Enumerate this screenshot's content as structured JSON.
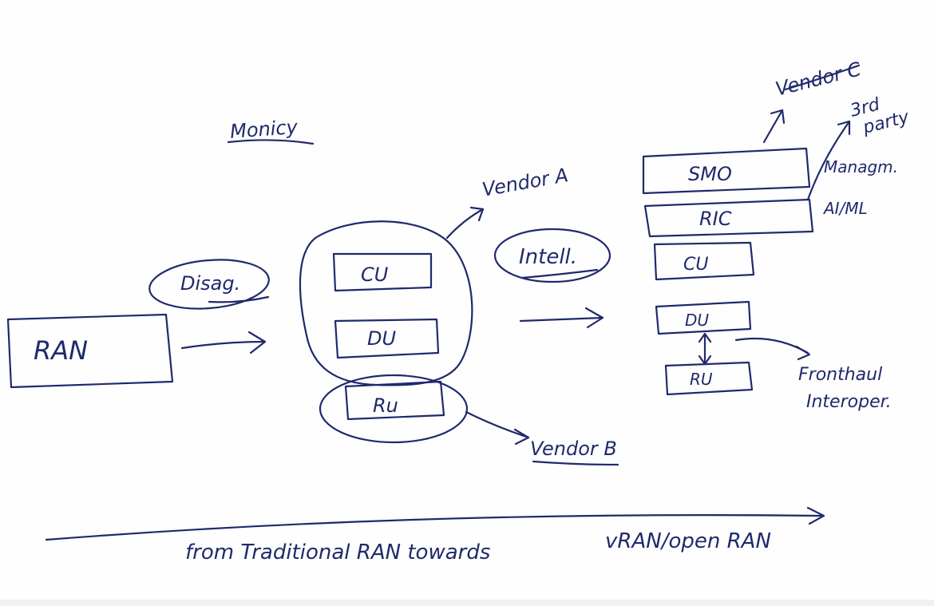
{
  "ink_color": "#1f2a6b",
  "labels": {
    "monicy": "Monicy",
    "ran": "RAN",
    "disag": "Disag.",
    "cu_left": "CU",
    "du_left": "DU",
    "ru_left": "Ru",
    "vendor_a": "Vendor A",
    "vendor_b": "Vendor B",
    "intell": "Intell.",
    "vendor_c": "Vendor C",
    "third_party_line1": "3rd",
    "third_party_line2": "party",
    "smo": "SMO",
    "ric": "RIC",
    "cu_right": "CU",
    "du_right": "DU",
    "ru_right": "RU",
    "managm": "Managm.",
    "aiml": "AI/ML",
    "fronthaul_line1": "Fronthaul",
    "fronthaul_line2": "Interoper.",
    "timeline_caption_left": "from Traditional RAN towards",
    "timeline_caption_right": "vRAN/open RAN"
  }
}
